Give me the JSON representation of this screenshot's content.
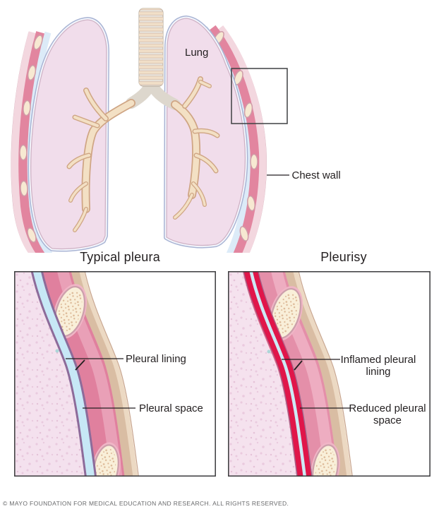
{
  "figure": {
    "overview": {
      "lung_label": "Lung",
      "chest_wall_label": "Chest wall"
    },
    "panels": {
      "typical": {
        "title": "Typical pleura",
        "labels": {
          "lining": "Pleural lining",
          "space": "Pleural space"
        }
      },
      "pleurisy": {
        "title": "Pleurisy",
        "labels": {
          "lining_line1": "Inflamed pleural",
          "lining_line2": "lining",
          "space_line1": "Reduced pleural",
          "space_line2": "space"
        }
      }
    },
    "footer": {
      "copyright": "© MAYO FOUNDATION FOR MEDICAL EDUCATION AND RESEARCH. ALL RIGHTS RESERVED."
    },
    "colors": {
      "lung_fill": "#f1ddeb",
      "lung_outline_blue": "#a9b4d4",
      "pleural_space_blue": "#c7e8f6",
      "pleura_purple": "#8d6b9a",
      "inflamed_red": "#e0164a",
      "chest_muscle_pink": "#e0809e",
      "rib_cream": "#f9efd9",
      "fascia_tan": "#d9bda3",
      "label_text": "#231f20",
      "footer_text": "#68696b"
    }
  }
}
